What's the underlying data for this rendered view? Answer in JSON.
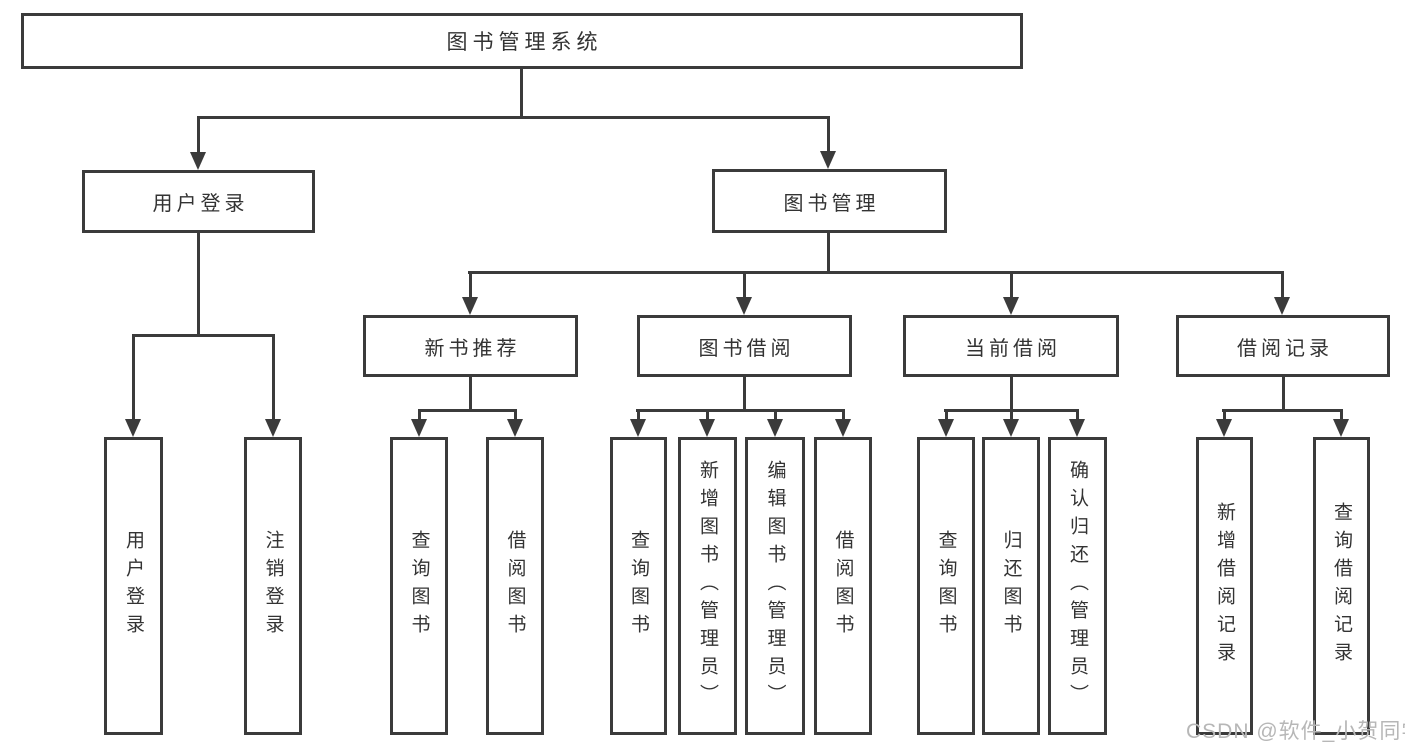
{
  "colors": {
    "line": "#3b3b3b",
    "text": "#333333",
    "watermark": "#b7b7b7",
    "background": "#ffffff"
  },
  "diagram": {
    "root": {
      "label": "图书管理系统"
    },
    "level2": [
      {
        "label": "用户登录"
      },
      {
        "label": "图书管理"
      }
    ],
    "level3": [
      {
        "label": "新书推荐"
      },
      {
        "label": "图书借阅"
      },
      {
        "label": "当前借阅"
      },
      {
        "label": "借阅记录"
      }
    ],
    "groups": [
      {
        "parent": "用户登录",
        "items": [
          "用户登录",
          "注销登录"
        ]
      },
      {
        "parent": "新书推荐",
        "items": [
          "查询图书",
          "借阅图书"
        ]
      },
      {
        "parent": "图书借阅",
        "items": [
          "查询图书",
          "新增图书（管理员）",
          "编辑图书（管理员）",
          "借阅图书"
        ]
      },
      {
        "parent": "当前借阅",
        "items": [
          "查询图书",
          "归还图书",
          "确认归还（管理员）"
        ]
      },
      {
        "parent": "借阅记录",
        "items": [
          "新增借阅记录",
          "查询借阅记录"
        ]
      }
    ]
  },
  "watermark": {
    "text": "CSDN @软件_小贺同学"
  }
}
